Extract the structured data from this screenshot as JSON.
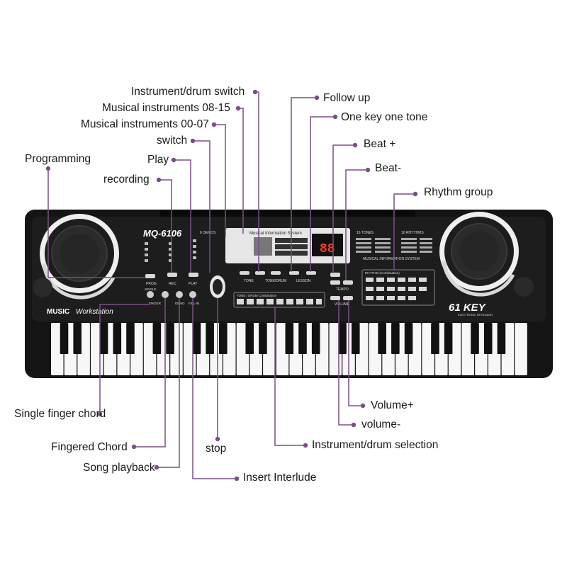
{
  "keyboard": {
    "model": "MQ-6106",
    "brand_line": "MUSIC",
    "brand_italic": "Workstation",
    "key_badge": "61 KEY",
    "key_badge_sub": "ELECTRONIC KEYBOARD",
    "display_digits": "88",
    "panel_title": "Musical Information System",
    "panel_lines": [
      "16 TONES",
      "10 RHYTHMS",
      "6 DEMOS"
    ],
    "tones_header": "16 TONES",
    "rhythms_header": "10 RHYTHMS",
    "demos_header": "6 DEMOS",
    "info_system": "MUSICAL INFORMATION SYSTEM",
    "rhythm_header": "RHYTHM (Combination)",
    "buttons": {
      "prog": "PROG",
      "rec": "REC",
      "play": "PLAY",
      "single": "SINGLE",
      "finger": "FINGER",
      "demo": "DEMO",
      "fillin": "FILL-IN",
      "tone": "TONE",
      "tone_drum": "TONE/DRUM",
      "lesson": "LESSON",
      "tempo": "TEMPO",
      "volume": "VOLUME",
      "tone_drum_combo": "TONE / DRUM Combination"
    }
  },
  "labels": {
    "instrument_drum_switch": "Instrument/drum switch",
    "musical_instruments_08_15": "Musical instruments 08-15",
    "musical_instruments_00_07": "Musical instruments 00-07",
    "switch": "switch",
    "play": "Play",
    "recording": "recording",
    "programming": "Programming",
    "follow_up": "Follow up",
    "one_key_one_tone": "One key one tone",
    "beat_plus": "Beat +",
    "beat_minus": "Beat-",
    "rhythm_group": "Rhythm group",
    "single_finger_chord": "Single finger chord",
    "fingered_chord": "Fingered Chord",
    "song_playback": "Song playback",
    "stop": "stop",
    "insert_interlude": "Insert Interlude",
    "instrument_drum_selection": "Instrument/drum selection",
    "volume_plus": "Volume+",
    "volume_minus": "volume-"
  },
  "colors": {
    "body": "#141414",
    "panel": "#2a2a2a",
    "leader_line": "#7a4f86",
    "display_red": "#ff3b1f",
    "power_orange": "#ff6a00"
  }
}
